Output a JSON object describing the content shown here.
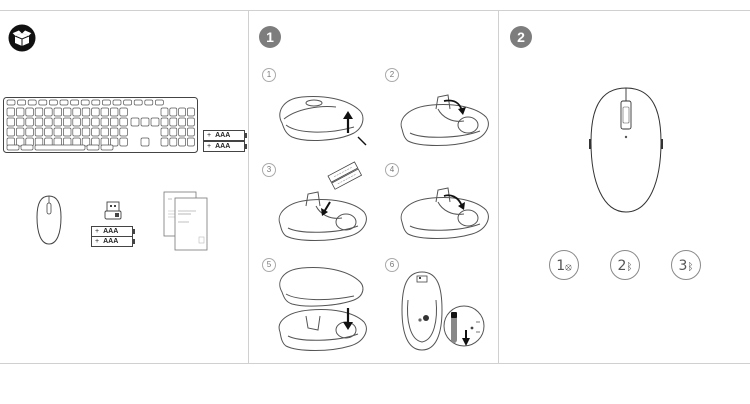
{
  "panels": [
    {
      "id": "contents"
    },
    {
      "id": "mouse-setup",
      "number": "1"
    },
    {
      "id": "pairing",
      "number": "2"
    }
  ],
  "steps": [
    "1",
    "2",
    "3",
    "4",
    "5",
    "6"
  ],
  "battery_label": "AAA",
  "battery_sign": "+",
  "pair_modes": [
    {
      "number": "1",
      "glyph": "⦻"
    },
    {
      "number": "2",
      "glyph": "ᛒ"
    },
    {
      "number": "3",
      "glyph": "ᛒ"
    }
  ],
  "icons": {
    "box": "open-box-icon",
    "arrow_up": "arrow-up-icon",
    "arrow_down": "arrow-down-icon"
  }
}
